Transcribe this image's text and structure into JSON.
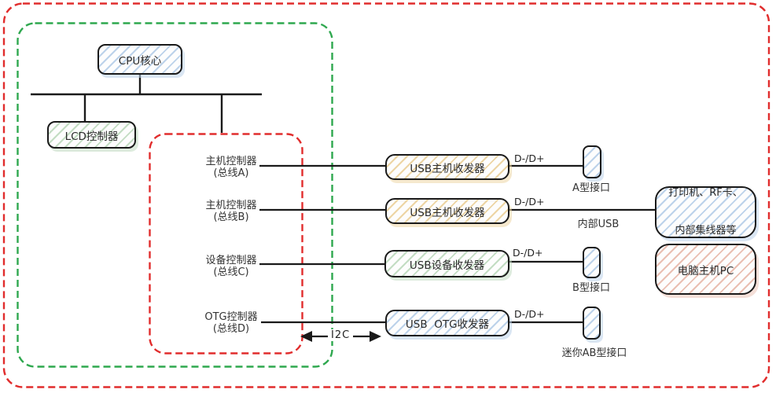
{
  "diagram": {
    "cpu": {
      "label": "CPU核心"
    },
    "lcd": {
      "label": "LCD控制器"
    },
    "controllers": [
      {
        "name": "主机控制器",
        "bus": "(总线A)"
      },
      {
        "name": "主机控制器",
        "bus": "(总线B)"
      },
      {
        "name": "设备控制器",
        "bus": "(总线C)"
      },
      {
        "name": "OTG控制器",
        "bus": "(总线D)"
      }
    ],
    "transceivers": [
      {
        "label": "USB主机收发器"
      },
      {
        "label": "USB主机收发器"
      },
      {
        "label": "USB设备收发器"
      },
      {
        "label": "USB  OTG收发器"
      }
    ],
    "signal_labels": [
      "D-/D+",
      "D-/D+",
      "D-/D+",
      "D-/D+"
    ],
    "ports": {
      "a": "A型接口",
      "b": "B型接口",
      "mini_ab": "迷你AB型接口"
    },
    "internal_usb_label": "内部USB",
    "i2c_label": "I2C",
    "peripherals": {
      "line1": "打印机、RF卡、",
      "line2": "内部集线器等"
    },
    "pc": {
      "label": "电脑主机PC"
    },
    "colors": {
      "outer_dashed_border": "#e12d2d",
      "inner_dashed_border": "#2fa84f",
      "controllers_dashed_border": "#e12d2d",
      "node_border": "#1a1a1a",
      "wire": "#1a1a1a",
      "hatch_blue": "#bcd2ea",
      "hatch_tan": "#edd5a4",
      "hatch_green": "#c3ddc3",
      "hatch_pink": "#eabfb2",
      "text": "#333333"
    }
  }
}
